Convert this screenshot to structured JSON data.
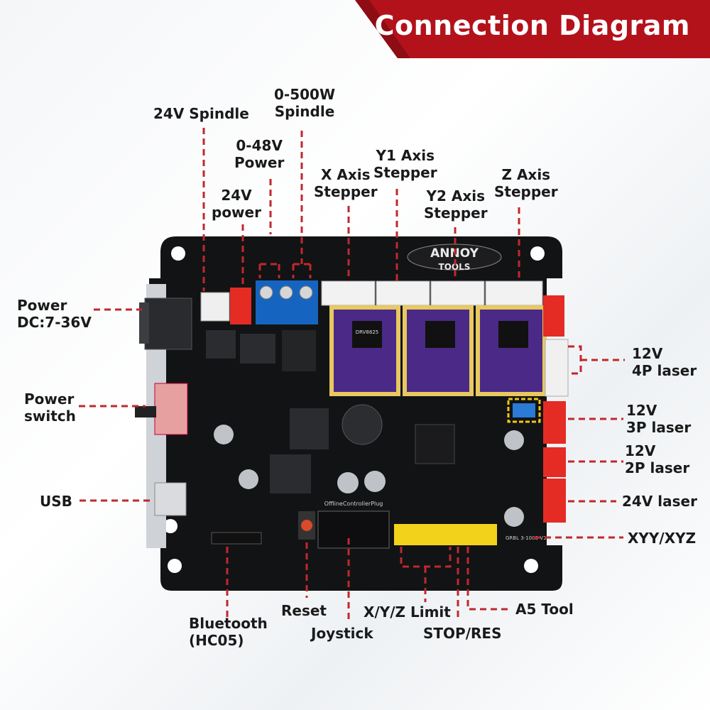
{
  "banner": {
    "title": "Connection Diagram",
    "color": "#b3121b"
  },
  "board": {
    "brand_line1": "ANNOY",
    "brand_line2": "TOOLS",
    "model_text": "GRBL 3-1000 V1.1",
    "silkscreen": "OfflineControllerPlug",
    "ic_text": "DRV8825"
  },
  "labels": {
    "spindle_24v": "24V Spindle",
    "spindle_500w_l1": "0-500W",
    "spindle_500w_l2": "Spindle",
    "power_48v_l1": "0-48V",
    "power_48v_l2": "Power",
    "power_24v_l1": "24V",
    "power_24v_l2": "power",
    "x_axis_l1": "X Axis",
    "x_axis_l2": "Stepper",
    "y1_axis_l1": "Y1 Axis",
    "y1_axis_l2": "Stepper",
    "y2_axis_l1": "Y2 Axis",
    "y2_axis_l2": "Stepper",
    "z_axis_l1": "Z Axis",
    "z_axis_l2": "Stepper",
    "power_dc_l1": "Power",
    "power_dc_l2": "DC:7-36V",
    "power_switch_l1": "Power",
    "power_switch_l2": "switch",
    "usb": "USB",
    "laser_4p_l1": "12V",
    "laser_4p_l2": "4P laser",
    "laser_3p_l1": "12V",
    "laser_3p_l2": "3P laser",
    "laser_2p_l1": "12V",
    "laser_2p_l2": "2P laser",
    "laser_24v": "24V laser",
    "xyy_xyz": "XYY/XYZ",
    "bluetooth_l1": "Bluetooth",
    "bluetooth_l2": "(HC05)",
    "reset": "Reset",
    "joystick": "Joystick",
    "xyz_limit": "X/Y/Z Limit",
    "stop_res": "STOP/RES",
    "a5_tool": "A5 Tool"
  },
  "colors": {
    "leader": "#c0282c",
    "pcb": "#111214",
    "driver": "#4a2a86",
    "connector_red": "#e42b24",
    "terminal_blue": "#1565c0",
    "header_yellow": "#f3d21b"
  }
}
